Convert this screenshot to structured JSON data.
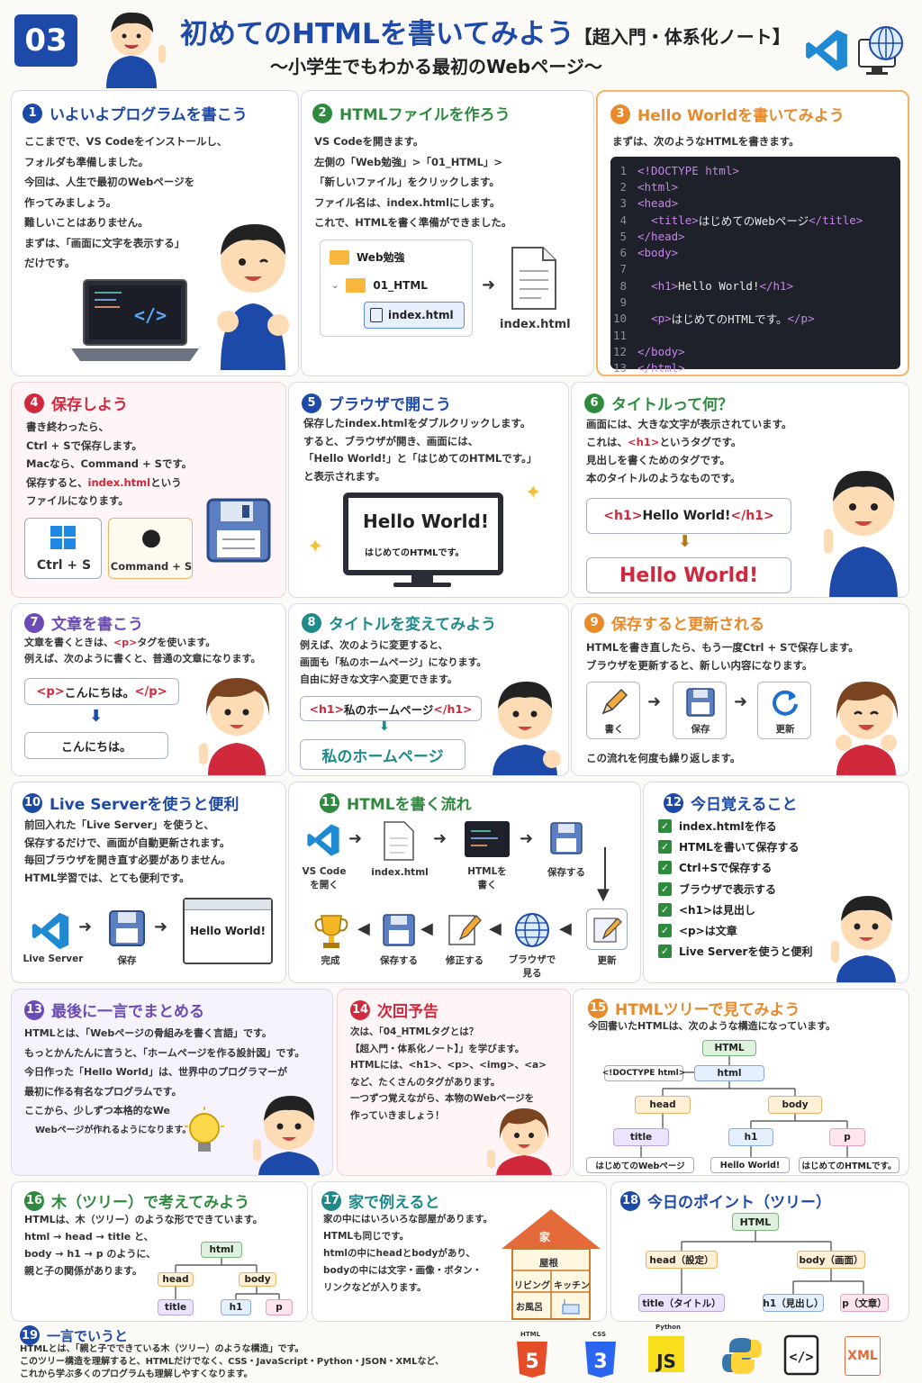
{
  "header": {
    "badge": "03",
    "title_main": "初めてのHTMLを書いてみよう",
    "title_tag": "【超入門・体系化ノート】",
    "subtitle": "〜小学生でもわかる最初のWebページ〜"
  },
  "colors": {
    "blue": "#1d49a8",
    "green": "#2e8b3e",
    "orange": "#e8892a",
    "red": "#d0283c",
    "purple": "#6b4bb5",
    "teal": "#1e8a8a"
  },
  "s1": {
    "num": "1",
    "title": "いよいよプログラムを書こう",
    "lines": [
      "ここまでで、VS Codeをインストールし、",
      "フォルダも準備しました。",
      "今回は、人生で最初のWebページを",
      "作ってみましょう。",
      "難しいことはありません。",
      "まずは、「画面に文字を表示する」",
      "だけです。"
    ]
  },
  "s2": {
    "num": "2",
    "title": "HTMLファイルを作ろう",
    "lines": [
      "VS Codeを開きます。",
      "左側の「Web勉強」>「01_HTML」>",
      "「新しいファイル」をクリックします。",
      "ファイル名は、index.htmlにします。",
      "これで、HTMLを書く準備ができました。"
    ],
    "folder1": "Web勉強",
    "folder2": "01_HTML",
    "file": "index.html",
    "file_label": "index.html"
  },
  "s3": {
    "num": "3",
    "title": "Hello Worldを書いてみよう",
    "intro": "まずは、次のようなHTMLを書きます。",
    "code": [
      {
        "n": "1",
        "pre": "",
        "tag": "<!DOCTYPE html>",
        "text": "",
        "tag2": ""
      },
      {
        "n": "2",
        "pre": "",
        "tag": "<html>",
        "text": "",
        "tag2": ""
      },
      {
        "n": "3",
        "pre": "",
        "tag": "<head>",
        "text": "",
        "tag2": ""
      },
      {
        "n": "4",
        "pre": "  ",
        "tag": "<title>",
        "text": "はじめてのWebページ",
        "tag2": "</title>"
      },
      {
        "n": "5",
        "pre": "",
        "tag": "</head>",
        "text": "",
        "tag2": ""
      },
      {
        "n": "6",
        "pre": "",
        "tag": "<body>",
        "text": "",
        "tag2": ""
      },
      {
        "n": "7",
        "pre": "",
        "tag": "",
        "text": "",
        "tag2": ""
      },
      {
        "n": "8",
        "pre": "  ",
        "tag": "<h1>",
        "text": "Hello World!",
        "tag2": "</h1>"
      },
      {
        "n": "9",
        "pre": "",
        "tag": "",
        "text": "",
        "tag2": ""
      },
      {
        "n": "10",
        "pre": "  ",
        "tag": "<p>",
        "text": "はじめてのHTMLです。",
        "tag2": "</p>"
      },
      {
        "n": "11",
        "pre": "",
        "tag": "",
        "text": "",
        "tag2": ""
      },
      {
        "n": "12",
        "pre": "",
        "tag": "</body>",
        "text": "",
        "tag2": ""
      },
      {
        "n": "13",
        "pre": "",
        "tag": "</html>",
        "text": "",
        "tag2": ""
      }
    ]
  },
  "s4": {
    "num": "4",
    "title": "保存しよう",
    "l1": "書き終わったら、",
    "l2": "Ctrl + Sで保存します。",
    "l3": "Macなら、Command + Sです。",
    "l4a": "保存すると、",
    "l4b": "index.html",
    "l4c": "という",
    "l5": "ファイルになります。",
    "key_win": "Ctrl + S",
    "key_mac": "Command + S"
  },
  "s5": {
    "num": "5",
    "title": "ブラウザで開こう",
    "lines": [
      "保存したindex.htmlをダブルクリックします。",
      "すると、ブラウザが開き、画面には、",
      "「Hello World!」と「はじめてのHTMLです。」",
      "と表示されます。"
    ],
    "screen_h1": "Hello World!",
    "screen_p": "はじめてのHTMLです。"
  },
  "s6": {
    "num": "6",
    "title": "タイトルって何？",
    "l1": "画面には、大きな文字が表示されています。",
    "l2a": "これは、",
    "l2b": "<h1>",
    "l2c": "というタグです。",
    "l3": "見出しを書くためのタグです。",
    "l4": "本のタイトルのようなものです。",
    "code_open": "<h1>",
    "code_text": "Hello World!",
    "code_close": "</h1>",
    "result": "Hello World!"
  },
  "s7": {
    "num": "7",
    "title": "文章を書こう",
    "l1a": "文章を書くときは、",
    "l1b": "<p>",
    "l1c": "タグを使います。",
    "l2": "例えば、次のように書くと、普通の文章になります。",
    "code_open": "<p>",
    "code_text": "こんにちは。",
    "code_close": "</p>",
    "result": "こんにちは。"
  },
  "s8": {
    "num": "8",
    "title": "タイトルを変えてみよう",
    "lines": [
      "例えば、次のように変更すると、",
      "画面も「私のホームページ」になります。",
      "自由に好きな文字へ変更できます。"
    ],
    "code_open": "<h1>",
    "code_text": "私のホームページ",
    "code_close": "</h1>",
    "result": "私のホームページ"
  },
  "s9": {
    "num": "9",
    "title": "保存すると更新される",
    "lines": [
      "HTMLを書き直したら、もう一度Ctrl + Sで保存します。",
      "ブラウザを更新すると、新しい内容になります。"
    ],
    "steps": [
      "書く",
      "保存",
      "更新"
    ],
    "footer": "この流れを何度も繰り返します。"
  },
  "s10": {
    "num": "10",
    "title": "Live Serverを使うと便利",
    "lines": [
      "前回入れた「Live Server」を使うと、",
      "保存するだけで、画面が自動更新されます。",
      "毎回ブラウザを開き直す必要がありません。",
      "HTML学習では、とても便利です。"
    ],
    "labels": [
      "Live Server",
      "保存"
    ],
    "browser": "Hello World!"
  },
  "s11": {
    "num": "11",
    "title": "HTMLを書く流れ",
    "top": [
      "VS Code\nを開く",
      "index.html",
      "HTMLを\n書く",
      "保存する"
    ],
    "bottom": [
      "完成",
      "保存する",
      "修正する",
      "ブラウザで\n見る",
      "更新"
    ]
  },
  "s12": {
    "num": "12",
    "title": "今日覚えること",
    "items": [
      "index.htmlを作る",
      "HTMLを書いて保存する",
      "Ctrl+Sで保存する",
      "ブラウザで表示する",
      "<h1>は見出し",
      "<p>は文章",
      "Live Serverを使うと便利"
    ]
  },
  "s13": {
    "num": "13",
    "title": "最後に一言でまとめる",
    "lines": [
      "HTMLとは、「Webページの骨組みを書く言語」です。",
      "もっとかんたんに言うと、「ホームページを作る設計図」です。",
      "今日作った「Hello World」は、世界中のプログラマーが",
      "最初に作る有名なプログラムです。",
      "ここから、少しずつ本格的なWe",
      "Webページが作れるようになります。"
    ]
  },
  "s14": {
    "num": "14",
    "title": "次回予告",
    "lines": [
      "次は、「04_HTMLタグとは？",
      "【超入門・体系化ノート】」を学びます。",
      "HTMLには、<h1>、<p>、<img>、<a>",
      "など、たくさんのタグがあります。",
      "一つずつ覚えながら、本物のWebページを",
      "作っていきましょう！"
    ]
  },
  "s15": {
    "num": "15",
    "title": "HTMLツリーで見てみよう",
    "intro": "今回書いたHTMLは、次のような構造になっています。",
    "nodes": {
      "root": "HTML",
      "doctype": "<!DOCTYPE html>",
      "html": "html",
      "head": "head",
      "body": "body",
      "title": "title",
      "h1": "h1",
      "p": "p",
      "t_title": "はじめてのWebページ",
      "t_h1": "Hello World!",
      "t_p": "はじめてのHTMLです。"
    }
  },
  "s16": {
    "num": "16",
    "title": "木（ツリー）で考えてみよう",
    "lines": [
      "HTMLは、木（ツリー）のような形でできています。",
      "html → head → title と、",
      "body → h1 → p のように、",
      "親と子の関係があります。"
    ],
    "nodes": [
      "html",
      "head",
      "body",
      "title",
      "h1",
      "p"
    ]
  },
  "s17": {
    "num": "17",
    "title": "家で例えると",
    "lines": [
      "家の中にはいろいろな部屋があります。",
      "HTMLも同じです。",
      "htmlの中にheadとbodyがあり、",
      "bodyの中には文字・画像・ボタン・",
      "リンクなどが入ります。"
    ],
    "house": {
      "roof": "家",
      "attic": "屋根",
      "living": "リビング",
      "kitchen": "キッチン",
      "bath": "お風呂"
    }
  },
  "s18": {
    "num": "18",
    "title": "今日のポイント（ツリー）",
    "nodes": {
      "root": "HTML",
      "head": "head（設定）",
      "body": "body（画面）",
      "title": "title（タイトル）",
      "h1": "h1（見出し）",
      "p": "p（文章）"
    }
  },
  "s19": {
    "num": "19",
    "title": "一言でいうと",
    "lines": [
      "HTMLとは、「親と子でできている木（ツリー）のような構造」です。",
      "このツリー構造を理解すると、HTMLだけでなく、CSS・JavaScript・Python・JSON・XMLなど、",
      "これから学ぶ多くのプログラムも理解しやすくなります。"
    ],
    "logos": {
      "html": "HTML",
      "css": "CSS",
      "js_top": "Python",
      "js": "JS",
      "xml": "XML"
    }
  }
}
